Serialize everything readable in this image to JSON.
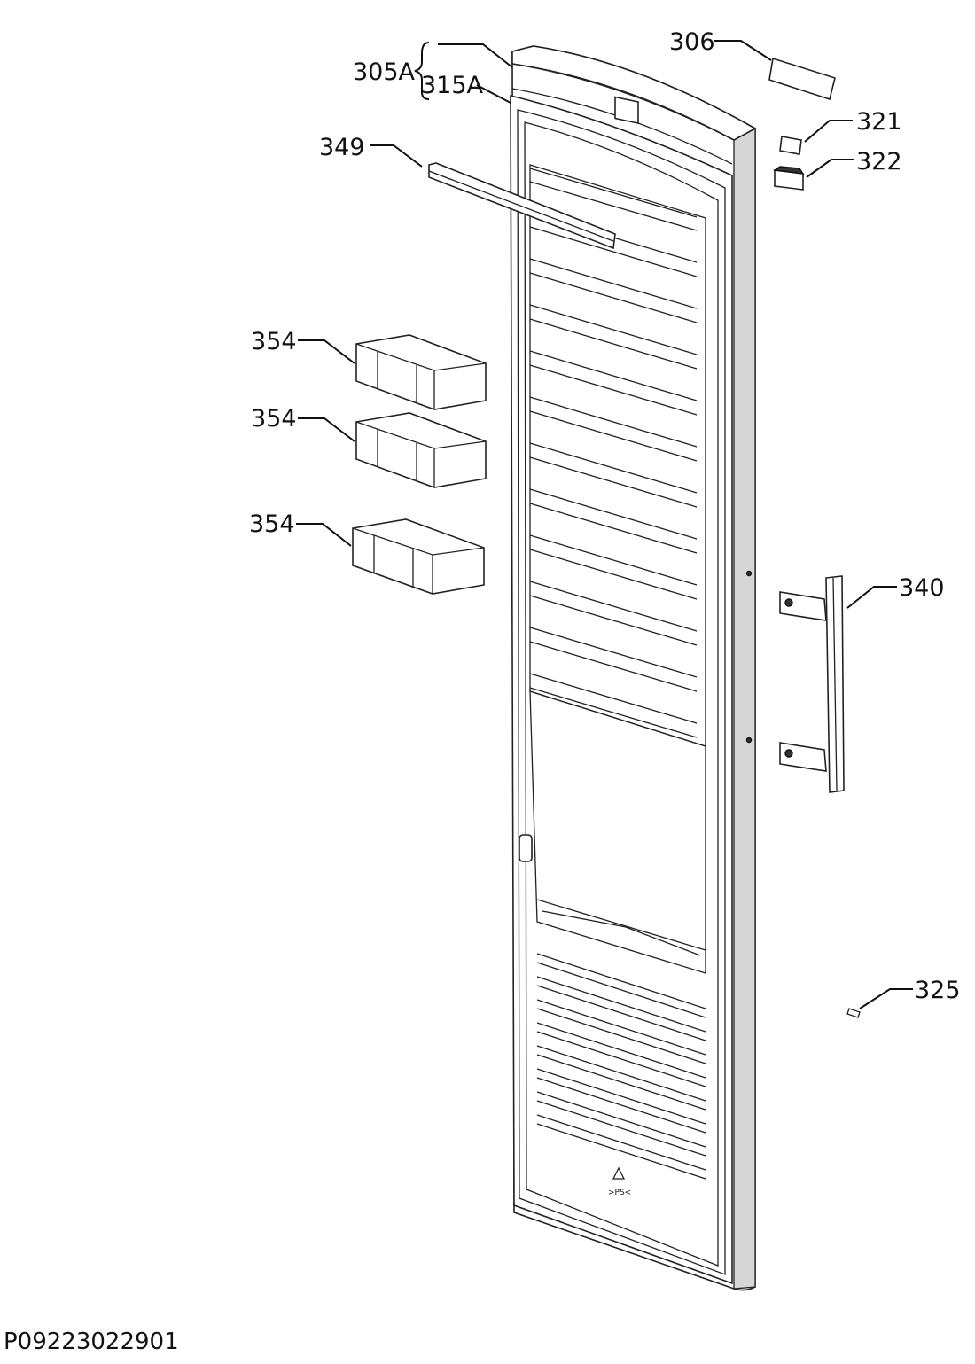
{
  "callouts": {
    "c305A": "305A",
    "c315A": "315A",
    "c306": "306",
    "c321": "321",
    "c322": "322",
    "c349": "349",
    "c354a": "354",
    "c354b": "354",
    "c354c": "354",
    "c340": "340",
    "c325": "325"
  },
  "drawing_number": "P09223022901",
  "recycle_mark": ">PS<",
  "colors": {
    "line": "#111111",
    "panel_shade": "#d6d6d6",
    "background": "#ffffff"
  }
}
